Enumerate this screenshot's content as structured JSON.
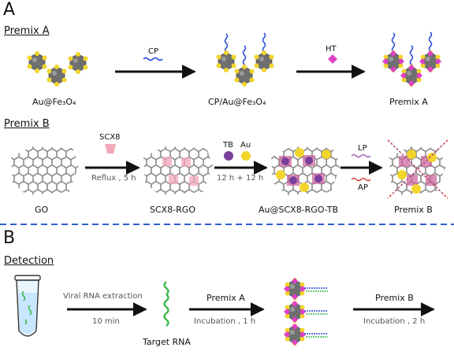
{
  "panel_a": {
    "letter": "A",
    "premix_a": {
      "title": "Premix A",
      "labels": [
        "Au@Fe₃O₄",
        "CP/Au@Fe₃O₄",
        "Premix A"
      ],
      "arrow1_label": "CP",
      "arrow2_label": "HT"
    },
    "premix_b": {
      "title": "Premix B",
      "labels": [
        "GO",
        "SCX8-RGO",
        "Au@SCX8-RGO-TB",
        "Premix B"
      ],
      "arrow1_top": "SCX8",
      "arrow1_bottom": "Reflux , 5 h",
      "arrow2_top_1": "TB",
      "arrow2_top_2": "Au",
      "arrow2_bottom": "12 h + 12 h",
      "arrow3_top": "LP",
      "arrow3_bottom": "AP"
    }
  },
  "panel_b": {
    "letter": "B",
    "detection": {
      "title": "Detection",
      "arrow1_top": "Viral RNA extraction",
      "arrow1_bottom": "10 min",
      "target_label": "Target RNA",
      "arrow2_top": "Premix A",
      "arrow2_bottom": "Incubation , 1 h",
      "arrow3_top": "Premix B",
      "arrow3_bottom": "Incubation , 2 h"
    }
  },
  "colors": {
    "divider": "#2f5fd0",
    "core": "#6f6f6f",
    "gold": "#f2d52b",
    "magenta": "#e040c8",
    "strand_blue": "#2f4fd8",
    "graphene": "#8a8a8a",
    "scx8": "#f2a6b8",
    "tb_purple": "#7a3f9a",
    "lp": "#9a5fb0",
    "ap": "#d83a3a",
    "target_rna": "#3cb84a"
  }
}
